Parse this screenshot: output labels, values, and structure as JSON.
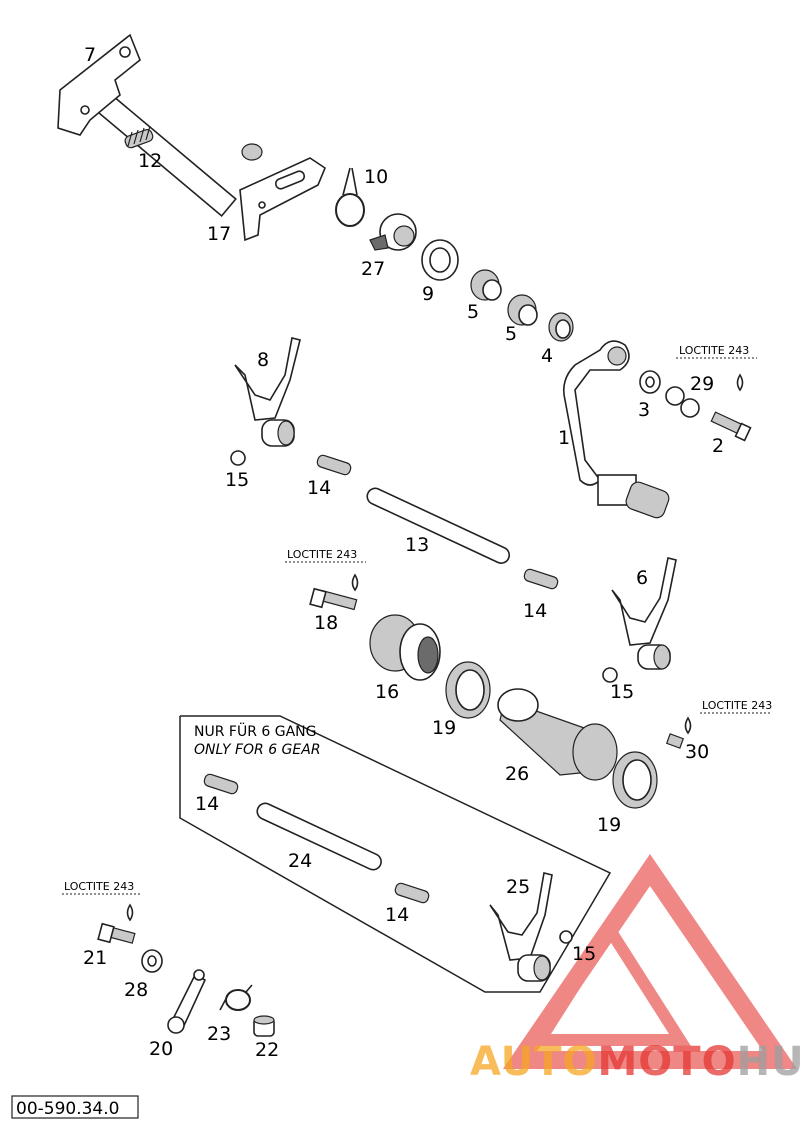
{
  "colors": {
    "line": "#222222",
    "watermark_red": "#e53935",
    "watermark_orange": "#f6a623",
    "watermark_gray": "#9e9e9e"
  },
  "parts": [
    {
      "id": "p1",
      "label": "1"
    },
    {
      "id": "p2",
      "label": "2"
    },
    {
      "id": "p3",
      "label": "3"
    },
    {
      "id": "p4",
      "label": "4"
    },
    {
      "id": "p5a",
      "label": "5"
    },
    {
      "id": "p5b",
      "label": "5"
    },
    {
      "id": "p6",
      "label": "6"
    },
    {
      "id": "p7",
      "label": "7"
    },
    {
      "id": "p8",
      "label": "8"
    },
    {
      "id": "p9",
      "label": "9"
    },
    {
      "id": "p10",
      "label": "10"
    },
    {
      "id": "p12",
      "label": "12"
    },
    {
      "id": "p13",
      "label": "13"
    },
    {
      "id": "p14a",
      "label": "14"
    },
    {
      "id": "p14b",
      "label": "14"
    },
    {
      "id": "p14c",
      "label": "14"
    },
    {
      "id": "p14d",
      "label": "14"
    },
    {
      "id": "p15a",
      "label": "15"
    },
    {
      "id": "p15b",
      "label": "15"
    },
    {
      "id": "p15c",
      "label": "15"
    },
    {
      "id": "p16",
      "label": "16"
    },
    {
      "id": "p17",
      "label": "17"
    },
    {
      "id": "p18",
      "label": "18"
    },
    {
      "id": "p19a",
      "label": "19"
    },
    {
      "id": "p19b",
      "label": "19"
    },
    {
      "id": "p20",
      "label": "20"
    },
    {
      "id": "p21",
      "label": "21"
    },
    {
      "id": "p22",
      "label": "22"
    },
    {
      "id": "p23",
      "label": "23"
    },
    {
      "id": "p24",
      "label": "24"
    },
    {
      "id": "p25",
      "label": "25"
    },
    {
      "id": "p26",
      "label": "26"
    },
    {
      "id": "p27",
      "label": "27"
    },
    {
      "id": "p28",
      "label": "28"
    },
    {
      "id": "p29",
      "label": "29"
    },
    {
      "id": "p30",
      "label": "30"
    }
  ],
  "loctite": [
    {
      "id": "loc1",
      "text": "LOCTITE 243"
    },
    {
      "id": "loc2",
      "text": "LOCTITE 243"
    },
    {
      "id": "loc3",
      "text": "LOCTITE 243"
    },
    {
      "id": "loc4",
      "text": "LOCTITE 243"
    }
  ],
  "note": {
    "line1": "NUR FÜR 6 GANG",
    "line2": "ONLY FOR 6 GEAR"
  },
  "diagram_code": "00-590.34.0",
  "watermark": {
    "part1": "AUTO",
    "part2": "MOTO",
    "part3": "HUB"
  }
}
